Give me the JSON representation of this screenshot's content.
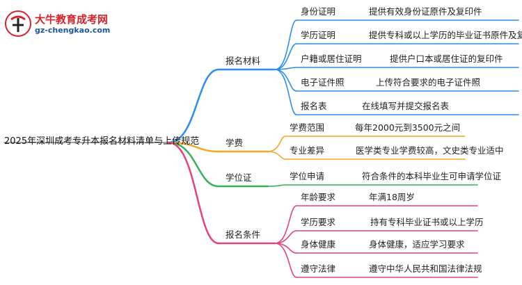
{
  "brand": {
    "title": "大牛教育成考网",
    "url": "gz-chengkao.com"
  },
  "root": "2025年深圳成考专升本报名材料清单与上传规范",
  "colors": {
    "blue": "#2d8cf0",
    "orange": "#f5a623",
    "green": "#35b15a",
    "pink": "#e8407a"
  },
  "branches": [
    {
      "label": "报名材料",
      "color": "blue",
      "children": [
        {
          "label": "身份证明",
          "desc": "提供有效身份证原件及复印件"
        },
        {
          "label": "学历证明",
          "desc": "提供专科或以上学历的毕业证书原件及复印件"
        },
        {
          "label": "户籍或居住证明",
          "desc": "提供户口本或居住证的复印件"
        },
        {
          "label": "电子证件照",
          "desc": "上传符合要求的电子证件照"
        },
        {
          "label": "报名表",
          "desc": "在线填写并提交报名表"
        }
      ]
    },
    {
      "label": "学费",
      "color": "orange",
      "children": [
        {
          "label": "学费范围",
          "desc": "每年2000元到3500元之间"
        },
        {
          "label": "专业差异",
          "desc": "医学类专业学费较高，文史类专业适中"
        }
      ]
    },
    {
      "label": "学位证",
      "color": "green",
      "children": [
        {
          "label": "学位申请",
          "desc": "符合条件的本科毕业生可申请学位证"
        }
      ]
    },
    {
      "label": "报名条件",
      "color": "pink",
      "children": [
        {
          "label": "年龄要求",
          "desc": "年满18周岁"
        },
        {
          "label": "学历要求",
          "desc": "持有专科毕业证书或以上学历"
        },
        {
          "label": "身体健康",
          "desc": "身体健康，适应学习要求"
        },
        {
          "label": "遵守法律",
          "desc": "遵守中华人民共和国法律法规"
        }
      ]
    }
  ]
}
